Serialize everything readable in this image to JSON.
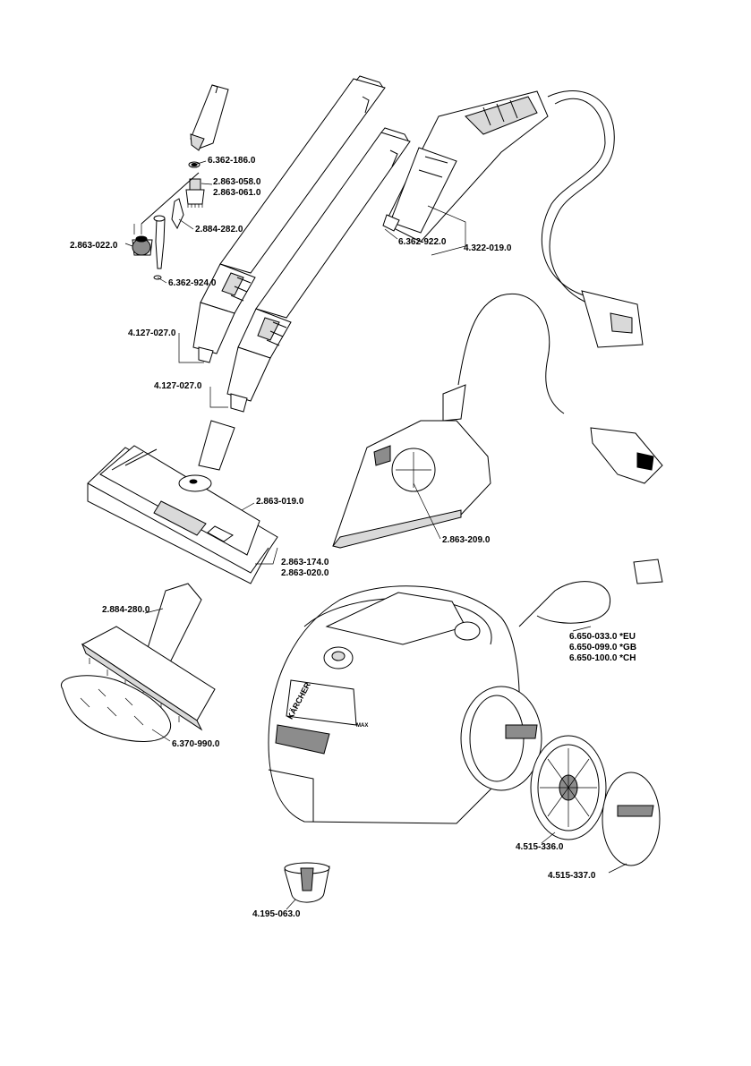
{
  "labels": {
    "p_6362186": "6.362-186.0",
    "p_2863058": "2.863-058.0",
    "p_2863061": "2.863-061.0",
    "p_2884282": "2.884-282.0",
    "p_2863022": "2.863-022.0",
    "p_6362924": "6.362-924.0",
    "p_6362922": "6.362-922.0",
    "p_4322019": "4.322-019.0",
    "p_4127027a": "4.127-027.0",
    "p_4127027b": "4.127-027.0",
    "p_2863019": "2.863-019.0",
    "p_2863174": "2.863-174.0",
    "p_2863020": "2.863-020.0",
    "p_2863209": "2.863-209.0",
    "p_2884280": "2.884-280.0",
    "p_6370990": "6.370-990.0",
    "p_6650033": "6.650-033.0  *EU",
    "p_6650099": "6.650-099.0  *GB",
    "p_6650100": "6.650-100.0  *CH",
    "p_4515336": "4.515-336.0",
    "p_4515337": "4.515-337.0",
    "p_4195063": "4.195-063.0"
  },
  "brand": {
    "logo_text": "KÄRCHER",
    "max_mark": "MAX"
  },
  "colors": {
    "line": "#000000",
    "background": "#ffffff",
    "shade": "#d9d9d9",
    "dark_shade": "#8c8c8c"
  }
}
